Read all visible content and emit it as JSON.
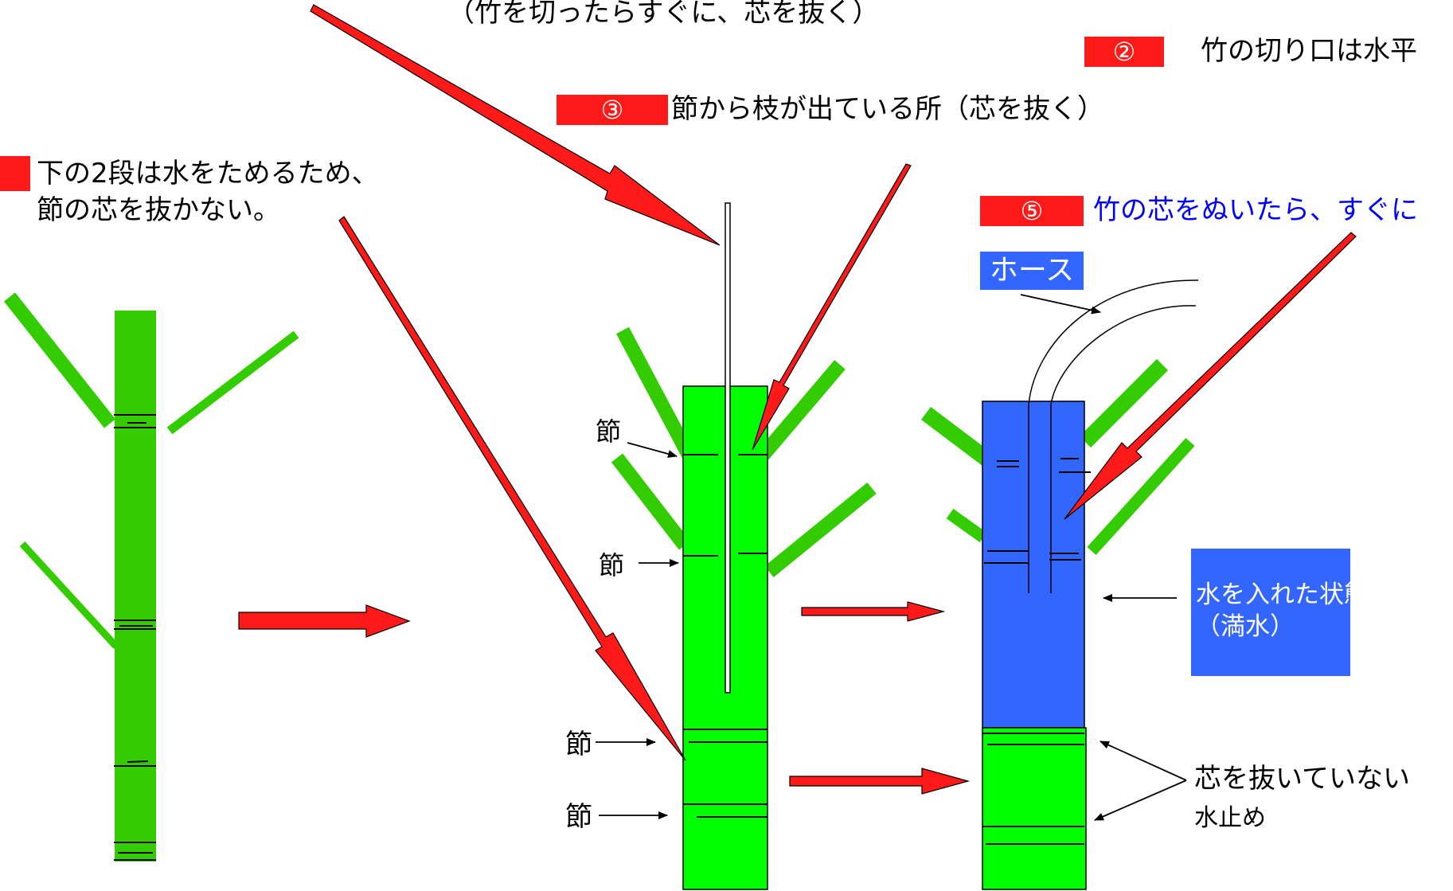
{
  "top_note": "（竹を切ったらすぐに、芯を抜く）",
  "step2": {
    "badge": "②",
    "text": "竹の切り口は水平"
  },
  "step3": {
    "badge": "③",
    "text": "節から枝が出ている所（芯を抜く）"
  },
  "step4": {
    "line1": "下の2段は水をためるため、",
    "line2": "節の芯を抜かない。"
  },
  "step5": {
    "badge": "⑤",
    "text": "竹の芯をぬいたら、すぐに"
  },
  "hose_label": "ホース",
  "water_label": {
    "line1": "水を入れた状態",
    "line2": "（満水）"
  },
  "node_label": "節",
  "stopper_label": {
    "line1": "芯を抜いていない",
    "line2": "水止め"
  },
  "colors": {
    "bamboo_dark": "#33cc00",
    "bamboo_bright": "#00ff00",
    "water": "#3366ff",
    "badge_red": "#ff1a1a",
    "arrow_red": "#ff1a1a",
    "step5_text": "#0000ff"
  }
}
